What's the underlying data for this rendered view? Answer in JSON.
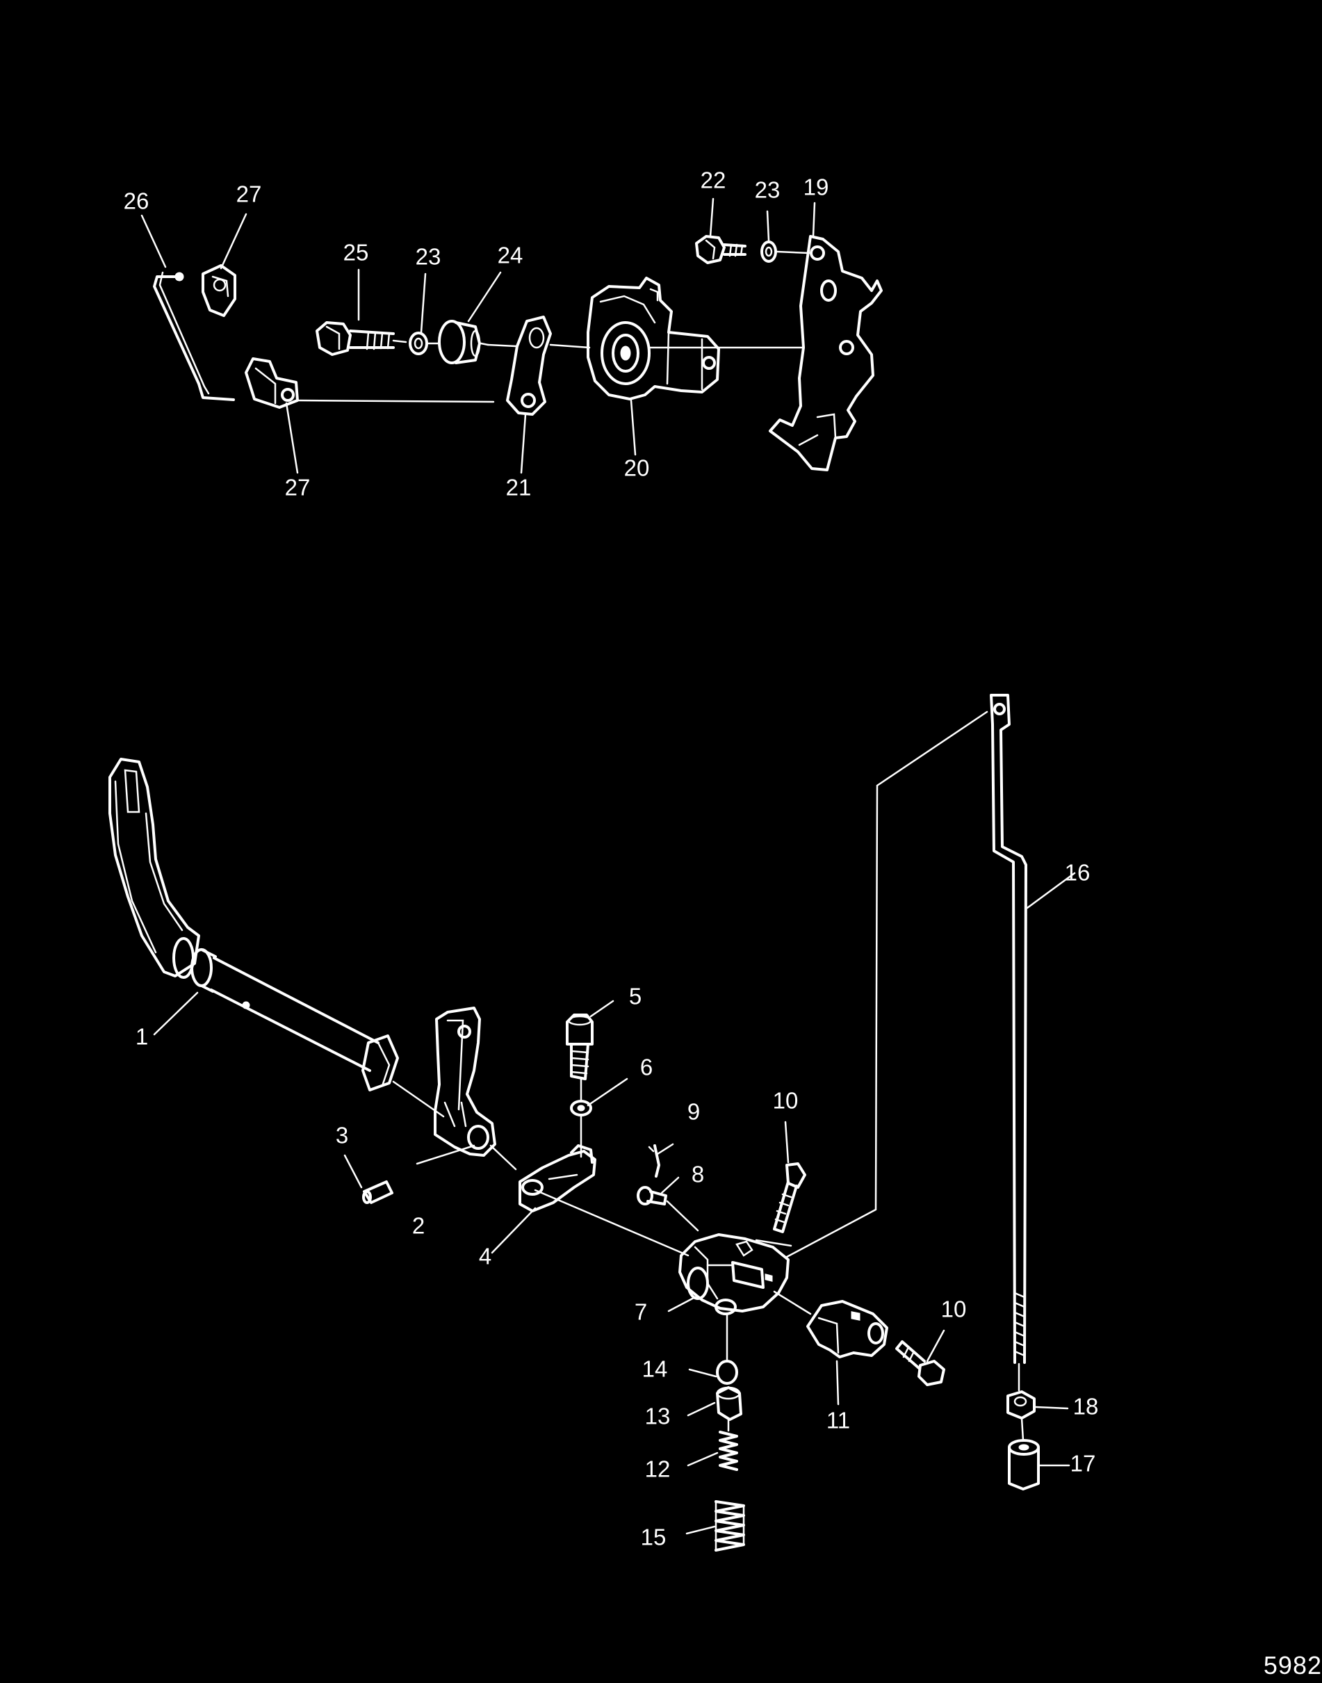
{
  "drawing_number": "5982",
  "colors": {
    "background": "#000000",
    "linework": "#ffffff"
  },
  "callouts": [
    "1",
    "2",
    "3",
    "4",
    "5",
    "6",
    "7",
    "8",
    "9",
    "10",
    "10",
    "11",
    "12",
    "13",
    "14",
    "15",
    "16",
    "17",
    "18",
    "19",
    "20",
    "21",
    "22",
    "23",
    "23",
    "24",
    "25",
    "26",
    "27",
    "27"
  ]
}
